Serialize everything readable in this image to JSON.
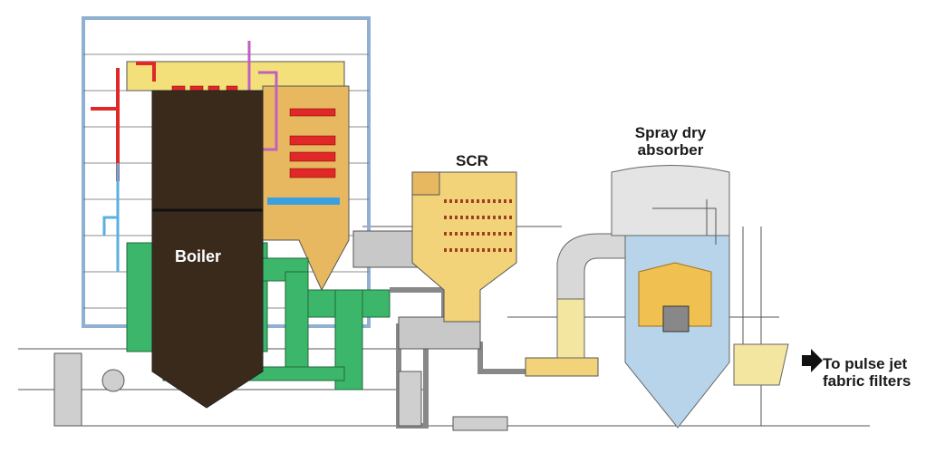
{
  "labels": {
    "boiler": "Boiler",
    "scr": "SCR",
    "spray_dry_absorber": "Spray dry absorber",
    "to_filters": "To pulse jet fabric filters"
  },
  "colors": {
    "boiler_body": "#3a2a1c",
    "frame": "#8fb0d0",
    "backpass": "#e8b860",
    "tubes": "#e02828",
    "ducts_green": "#3cb66a",
    "scr_yellow": "#f3d37a",
    "absorber_blue": "#b8d4ea",
    "duct_grey": "#c8c8c8"
  }
}
